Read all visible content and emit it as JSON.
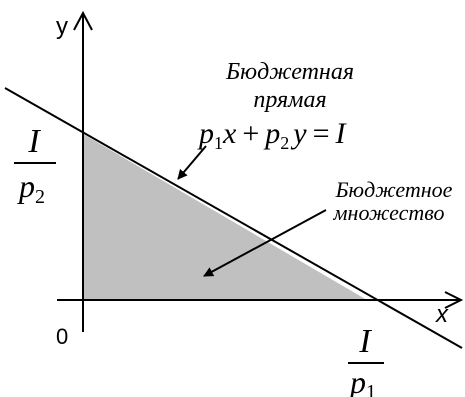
{
  "axes": {
    "y_label": "y",
    "x_label": "x",
    "origin_label": "0"
  },
  "intercepts": {
    "y_numerator": "I",
    "y_denominator_base": "p",
    "y_denominator_sub": "2",
    "x_numerator": "I",
    "x_denominator_base": "p",
    "x_denominator_sub": "1"
  },
  "budget_line": {
    "label_line1": "Бюджетная",
    "label_line2": "прямая",
    "equation": {
      "p": "p",
      "sub1": "1",
      "x": "x",
      "plus": "+",
      "sub2": "2",
      "y": "y",
      "eq": "=",
      "I": "I"
    }
  },
  "budget_set": {
    "label_line1": "Бюджетное",
    "label_line2": "множество"
  },
  "colors": {
    "fill": "#c0c0c0",
    "ink": "#000000",
    "background": "#ffffff"
  }
}
